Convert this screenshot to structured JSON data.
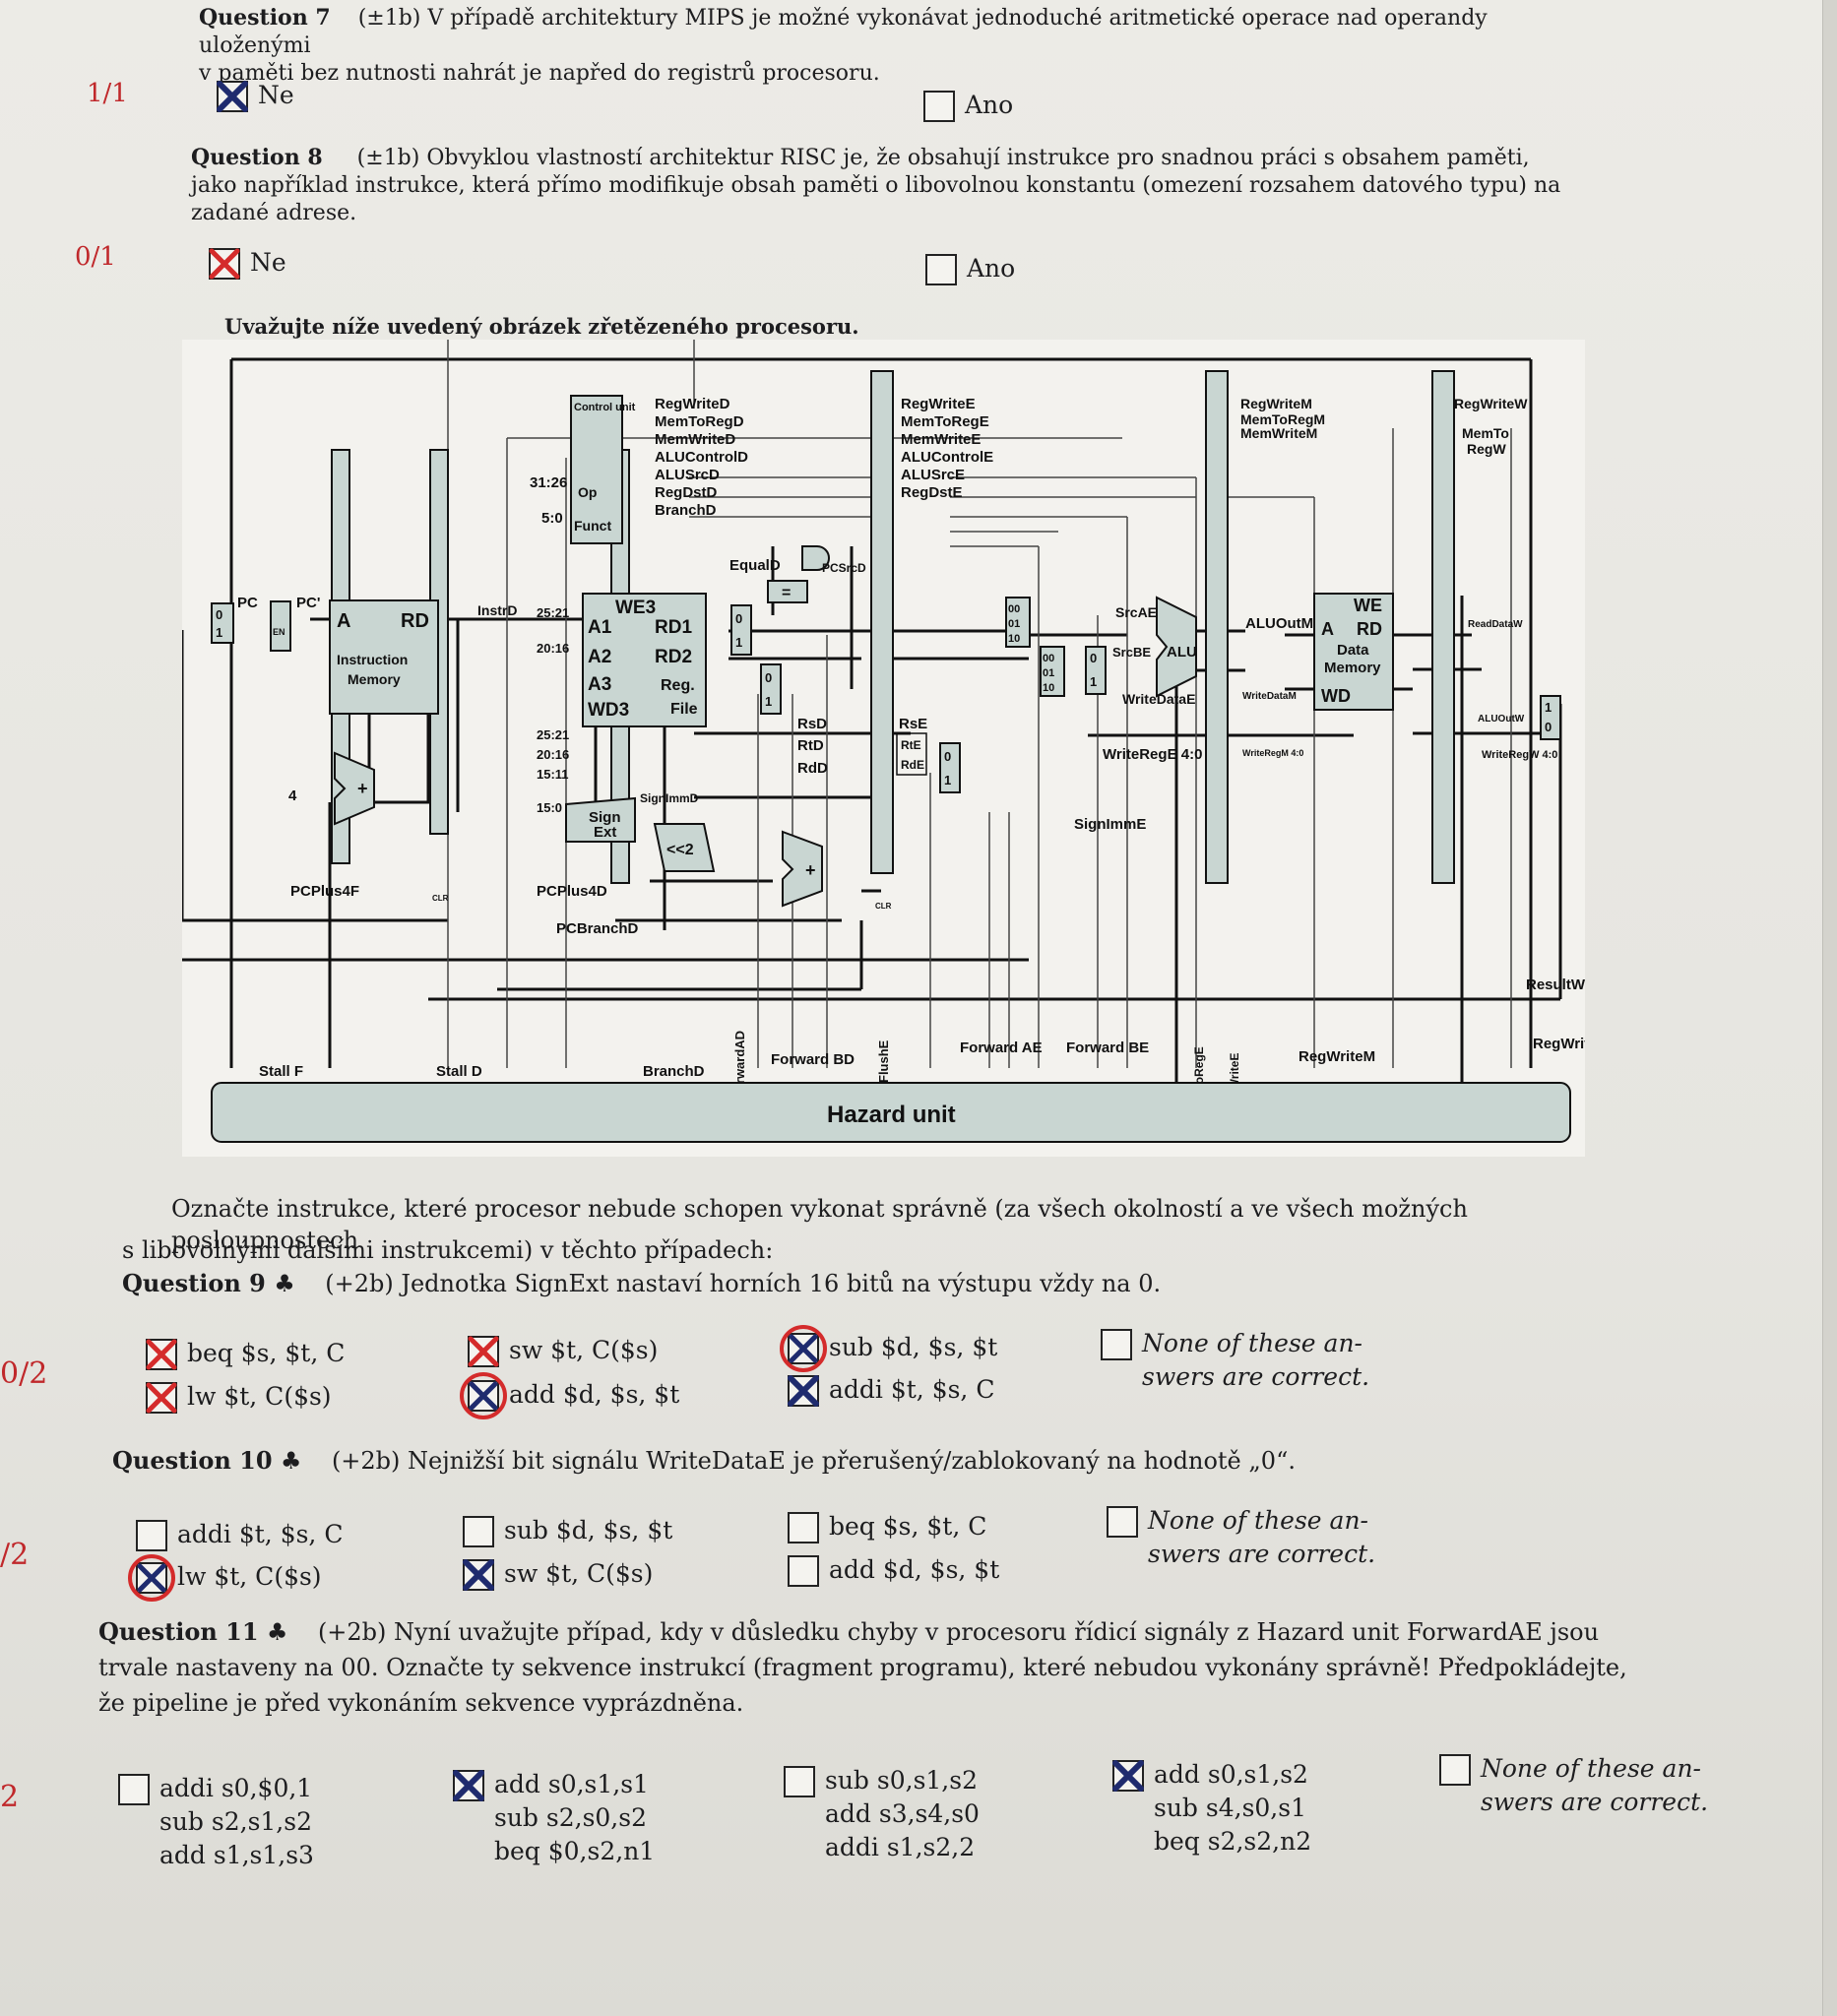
{
  "q7": {
    "title": "Question 7",
    "text_line1": "(±1b) V případě architektury MIPS je možné vykonávat jednoduché aritmetické operace nad operandy uloženými",
    "text_line2": "v paměti bez nutnosti nahrát je napřed do registrů procesoru.",
    "score": "1/1",
    "options": [
      {
        "label": "Ne",
        "mark": "blue-x"
      },
      {
        "label": "Ano",
        "mark": "none"
      }
    ]
  },
  "q8": {
    "title": "Question 8",
    "text_line1": "(±1b) Obvyklou vlastností architektur RISC je, že obsahují instrukce pro snadnou práci s obsahem paměti,",
    "text_line2": "jako například instrukce, která přímo modifikuje obsah paměti o libovolnou konstantu (omezení rozsahem datového typu) na",
    "text_line3": "zadané adrese.",
    "score": "0/1",
    "options": [
      {
        "label": "Ne",
        "mark": "red-x"
      },
      {
        "label": "Ano",
        "mark": "none"
      }
    ]
  },
  "figure_caption": "Uvažujte níže uvedený obrázek zřetězeného procesoru.",
  "diagram": {
    "control_unit": "Control unit",
    "op": "Op",
    "funct": "Funct",
    "bits_31_26": "31:26",
    "bits_5_0": "5:0",
    "decode_signals": [
      "RegWriteD",
      "MemToRegD",
      "MemWriteD",
      "ALUControlD",
      "ALUSrcD",
      "RegDstD",
      "BranchD"
    ],
    "execute_signals": [
      "RegWriteE",
      "MemToRegE",
      "MemWriteE",
      "ALUControlE",
      "ALUSrcE",
      "RegDstE"
    ],
    "memory_signals": [
      "RegWriteM",
      "MemToRegM",
      "MemWriteM"
    ],
    "writeback_signals": [
      "RegWriteW",
      "MemTo",
      "RegW"
    ],
    "pc": "PC",
    "pc_prime": "PC'",
    "en": "EN",
    "imem_a": "A",
    "imem_rd": "RD",
    "imem_name1": "Instruction",
    "imem_name2": "Memory",
    "four": "4",
    "plus": "+",
    "pcplus4f": "PCPlus4F",
    "pcplus4d": "PCPlus4D",
    "pcbranchd": "PCBranchD",
    "instrd": "InstrD",
    "rf_we3": "WE3",
    "rf_a1": "A1",
    "rf_a2": "A2",
    "rf_a3": "A3",
    "rf_wd3": "WD3",
    "rf_rd1": "RD1",
    "rf_rd2": "RD2",
    "rf_name1": "Reg.",
    "rf_name2": "File",
    "b25_21": "25:21",
    "b20_16": "20:16",
    "b25_21b": "25:21",
    "b20_16b": "20:16",
    "b15_11": "15:11",
    "b15_0": "15:0",
    "signext1": "Sign",
    "signext2": "Ext",
    "signimmd": "SignImmD",
    "shift2": "<<2",
    "equald": "EqualD",
    "eq": "=",
    "pcsrcd": "PCSrcD",
    "rsd": "RsD",
    "rtd": "RtD",
    "rdd": "RdD",
    "rse": "RsE",
    "rte": "RtE",
    "rde": "RdE",
    "mux_00": "00",
    "mux_01": "01",
    "mux_10": "10",
    "mux_0": "0",
    "mux_1": "1",
    "srcae": "SrcAE",
    "srcbe": "SrcBE",
    "alu": "ALU",
    "writedatae": "WriteDataE",
    "writerege": "WriteRegE 4:0",
    "signimme": "SignImmE",
    "aluoutm": "ALUOutM",
    "writedatam": "WriteDataM",
    "writeregm": "WriteRegM 4:0",
    "dmem_we": "WE",
    "dmem_a": "A",
    "dmem_rd": "RD",
    "dmem_name1": "Data",
    "dmem_name2": "Memory",
    "dmem_wd": "WD",
    "readdataw": "ReadDataW",
    "aluoutw": "ALUOutW",
    "writeregw": "WriteRegW 4:0",
    "resultw": "ResultW",
    "clr": "CLR",
    "hazard_signals": [
      "Stall F",
      "Stall D",
      "BranchD",
      "ForwardAD",
      "Forward BD",
      "FlushE",
      "Forward AE",
      "Forward BE",
      "MemToRegE",
      "RegWriteE",
      "RegWriteM",
      "RegWrite W"
    ],
    "hazard_unit": "Hazard unit"
  },
  "instruction_text1": "Označte instrukce, které procesor nebude schopen vykonat správně (za všech okolností a ve všech možných posloupnostech",
  "instruction_text2": "s libovolnými dalšími instrukcemi) v těchto případech:",
  "q9": {
    "title": "Question 9 ♣",
    "text": "(+2b) Jednotka SignExt nastaví horních 16 bitů na výstupu vždy na 0.",
    "score": "0/2",
    "options": [
      {
        "label": "beq $s, $t, C",
        "mark": "red-x"
      },
      {
        "label": "lw $t, C($s)",
        "mark": "red-x"
      },
      {
        "label": "sw $t, C($s)",
        "mark": "red-x"
      },
      {
        "label": "add $d, $s, $t",
        "mark": "circled-x"
      },
      {
        "label": "sub $d, $s, $t",
        "mark": "circled-x"
      },
      {
        "label": "addi $t, $s, C",
        "mark": "blue-x"
      },
      {
        "label": "None of these an-swers are correct.",
        "line1": "None of these an-",
        "line2": "swers are correct.",
        "mark": "none"
      }
    ]
  },
  "q10": {
    "title": "Question 10 ♣",
    "text": "(+2b) Nejnižší bit signálu WriteDataE je přerušený/zablokovaný na hodnotě „0“.",
    "score": "/2",
    "options": [
      {
        "label": "addi $t, $s, C",
        "mark": "none"
      },
      {
        "label": "lw $t, C($s)",
        "mark": "circled-x"
      },
      {
        "label": "sub $d, $s, $t",
        "mark": "none"
      },
      {
        "label": "sw $t, C($s)",
        "mark": "blue-x"
      },
      {
        "label": "beq $s, $t, C",
        "mark": "none"
      },
      {
        "label": "add $d, $s, $t",
        "mark": "none"
      },
      {
        "label": "None of these an-swers are correct.",
        "line1": "None of these an-",
        "line2": "swers are correct.",
        "mark": "none"
      }
    ]
  },
  "q11": {
    "title": "Question 11 ♣",
    "text_line1": "(+2b) Nyní uvažujte případ, kdy v důsledku chyby v procesoru řídicí signály z Hazard unit ForwardAE jsou",
    "text_line2": "trvale nastaveny na 00. Označte ty sekvence instrukcí (fragment programu), které nebudou vykonány správně! Předpokládejte,",
    "text_line3": "že pipeline je před vykonáním sekvence vyprázdněna.",
    "score": "2",
    "options": [
      {
        "lines": [
          "addi s0,$0,1",
          "sub s2,s1,s2",
          "add s1,s1,s3"
        ],
        "mark": "none"
      },
      {
        "lines": [
          "add s0,s1,s1",
          "sub s2,s0,s2",
          "beq $0,s2,n1"
        ],
        "mark": "blue-x"
      },
      {
        "lines": [
          "sub s0,s1,s2",
          "add s3,s4,s0",
          "addi s1,s2,2"
        ],
        "mark": "none"
      },
      {
        "lines": [
          "add s0,s1,s2",
          "sub s4,s0,s1",
          "beq s2,s2,n2"
        ],
        "mark": "blue-x"
      },
      {
        "line1": "None of these an-",
        "line2": "swers are correct.",
        "mark": "none"
      }
    ]
  }
}
